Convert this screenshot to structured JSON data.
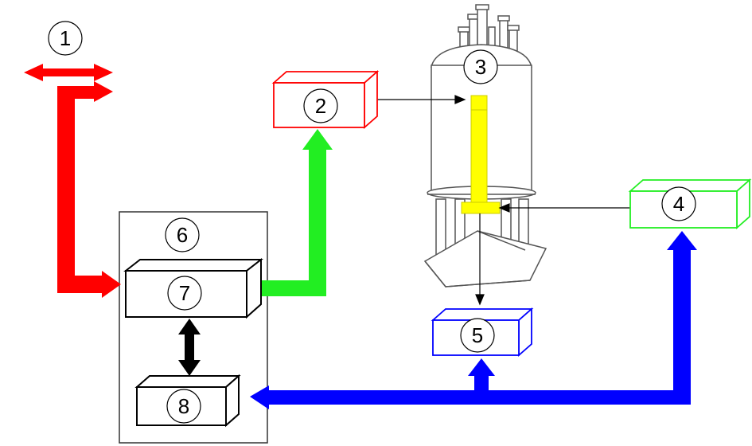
{
  "labels": {
    "l1": "1",
    "l2": "2",
    "l3": "3",
    "l4": "4",
    "l5": "5",
    "l6": "6",
    "l7": "7",
    "l8": "8"
  },
  "colors": {
    "red": "#ff0000",
    "green": "#22ee22",
    "blue": "#0000ff",
    "black": "#000000",
    "yellow": "#ffff00",
    "magnet_outline": "#555555"
  }
}
